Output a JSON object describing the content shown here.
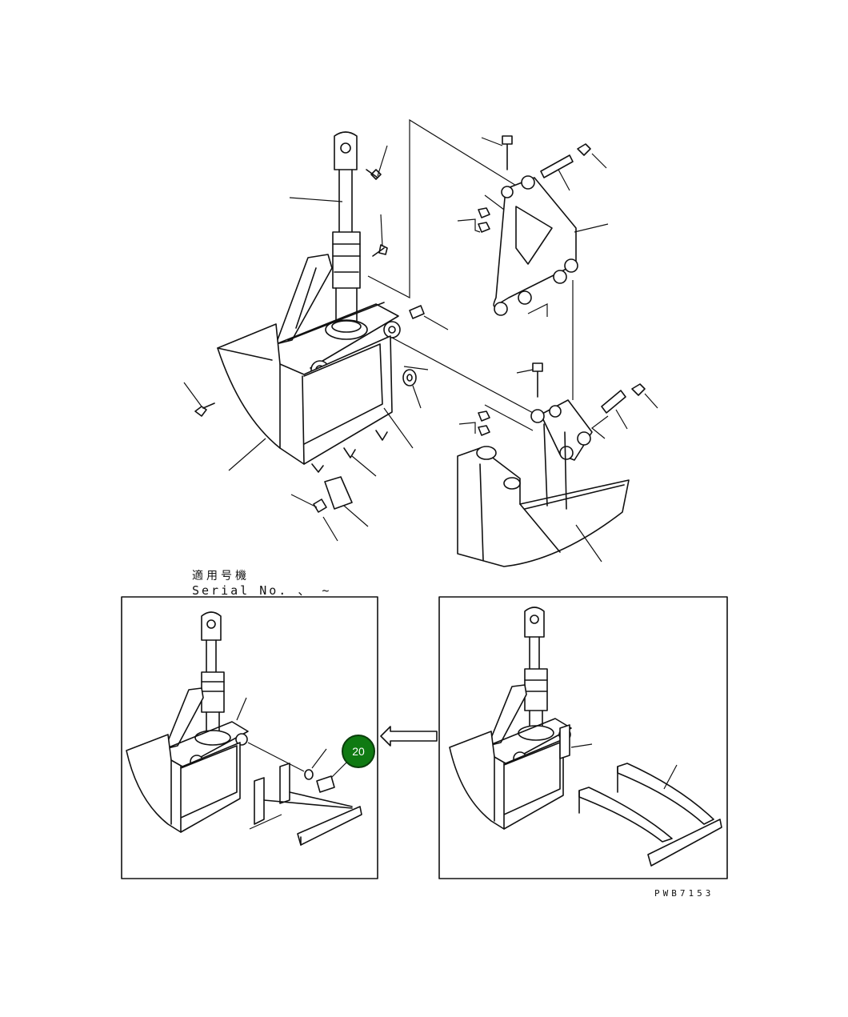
{
  "serial_label_jp": "適用号機",
  "serial_label_en": "Serial No.  、 ~",
  "drawing_code": "PWB7153",
  "reference_badge": {
    "number": "20",
    "color": "#0f7a12"
  },
  "arrow_direction": "left"
}
